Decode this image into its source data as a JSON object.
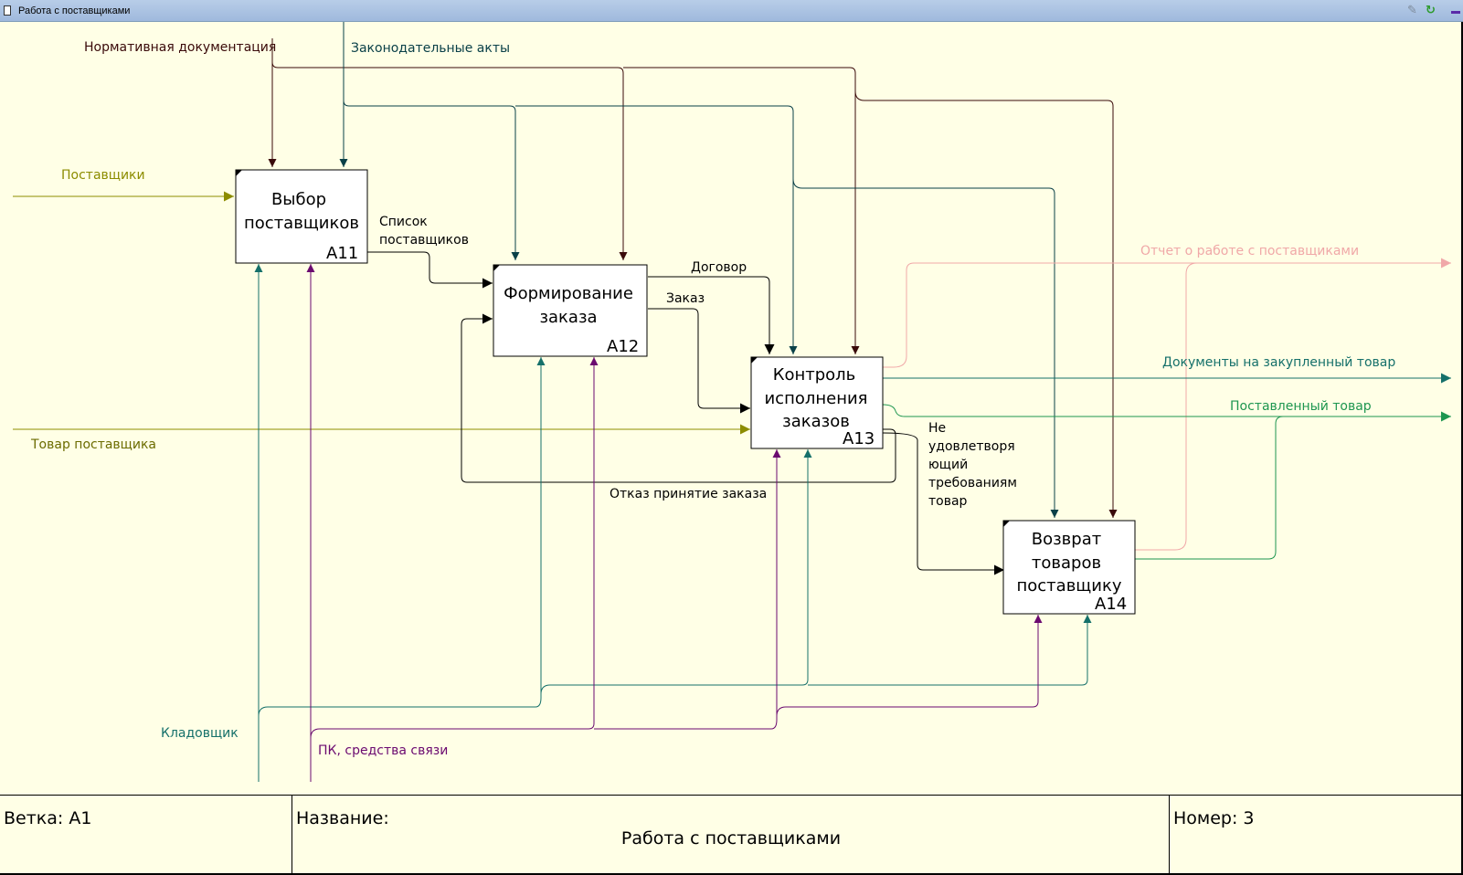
{
  "window": {
    "title": "Работа с поставщиками"
  },
  "icons": [
    "document-icon",
    "pin-icon",
    "refresh-icon",
    "minimize-icon"
  ],
  "colors": {
    "background": "#ffffe6",
    "titlebar": "#b0c8e6",
    "control": "#0a4048",
    "dark_control": "#3a0a0a",
    "input_olive": "#8c8c00",
    "mechanism_teal": "#15706a",
    "mechanism_purple": "#6b0a70",
    "output_pink": "#f0a8a8",
    "output_green": "#1e9650"
  },
  "diagram": {
    "boxes": [
      {
        "id": "a11",
        "title": [
          "Выбор",
          "поставщиков"
        ],
        "number": "A11"
      },
      {
        "id": "a12",
        "title": [
          "Формирование",
          "заказа"
        ],
        "number": "A12"
      },
      {
        "id": "a13",
        "title": [
          "Контроль",
          "исполнения",
          "заказов"
        ],
        "number": "A13"
      },
      {
        "id": "a14",
        "title": [
          "Возврат",
          "товаров",
          "поставщику"
        ],
        "number": "A14"
      }
    ],
    "labels": {
      "normative_docs": "Нормативная документация",
      "legal_acts": "Законодательные акты",
      "suppliers": "Поставщики",
      "supplier_goods": "Товар поставщика",
      "storekeeper": "Кладовщик",
      "pc_comm": "ПК, средства связи",
      "supplier_list": [
        "Список",
        "поставщиков"
      ],
      "contract": "Договор",
      "order": "Заказ",
      "refusal": "Отказ принятие заказа",
      "non_compliant": [
        "Не",
        "удовлетворя",
        "ющий",
        "требованиям",
        "товар"
      ],
      "report": "Отчет о работе с поставщиками",
      "purchase_docs": "Документы на закупленный товар",
      "delivered_goods": "Поставленный товар"
    }
  },
  "footer": {
    "branch_caption": "Ветка: A1",
    "name_caption": "Название:",
    "name_value": "Работа с поставщиками",
    "number_caption": "Номер: 3"
  }
}
